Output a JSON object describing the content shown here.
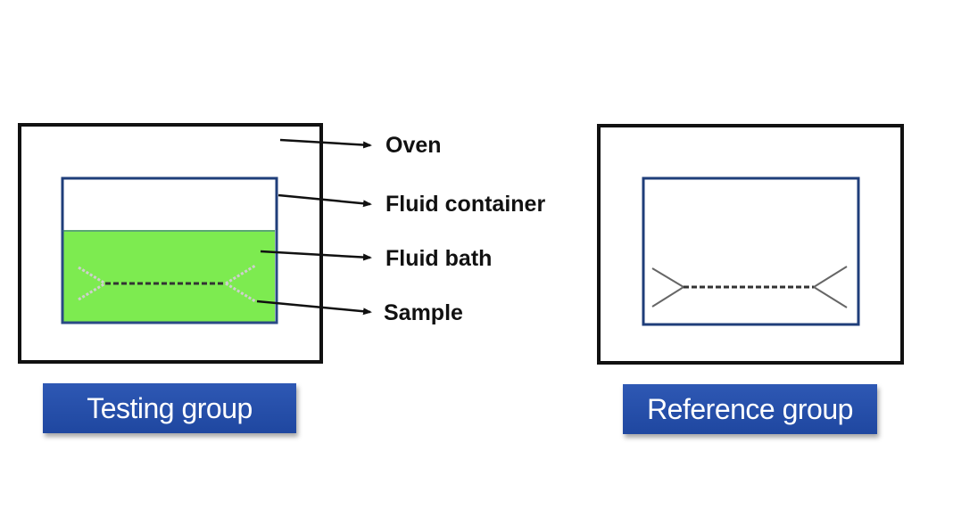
{
  "labels": {
    "oven": "Oven",
    "fluid_container": "Fluid container",
    "fluid_bath": "Fluid bath",
    "sample": "Sample"
  },
  "groups": {
    "testing": "Testing group",
    "reference": "Reference group"
  },
  "colors": {
    "oven_border": "#111111",
    "container_border": "#1f3e7a",
    "fluid_bath": "#7deb50",
    "button": "#2a52ac",
    "button_text": "#ffffff"
  }
}
